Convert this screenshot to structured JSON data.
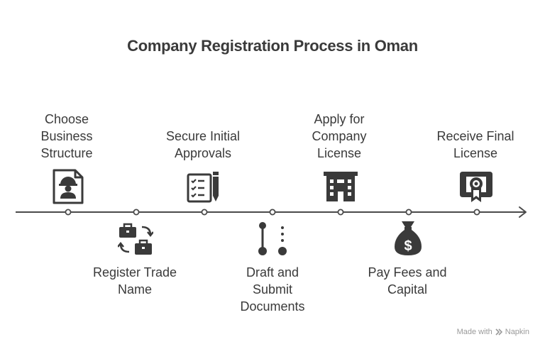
{
  "title": "Company Registration Process in Oman",
  "steps": [
    {
      "label": "Choose\nBusiness\nStructure",
      "icon": "worker-document-icon",
      "position": "above"
    },
    {
      "label": "Register Trade\nName",
      "icon": "briefcase-exchange-icon",
      "position": "below"
    },
    {
      "label": "Secure Initial\nApprovals",
      "icon": "checklist-pen-icon",
      "position": "above"
    },
    {
      "label": "Draft and\nSubmit\nDocuments",
      "icon": "process-dots-icon",
      "position": "below"
    },
    {
      "label": "Apply for\nCompany\nLicense",
      "icon": "office-building-icon",
      "position": "above"
    },
    {
      "label": "Pay Fees and\nCapital",
      "icon": "money-bag-icon",
      "position": "below"
    },
    {
      "label": "Receive Final\nLicense",
      "icon": "certificate-icon",
      "position": "above"
    }
  ],
  "watermark": {
    "made_with": "Made with",
    "brand": "Napkin"
  },
  "colors": {
    "ink": "#3a3a3a",
    "line": "#4a4a4a",
    "watermark": "#9a9a9a"
  }
}
